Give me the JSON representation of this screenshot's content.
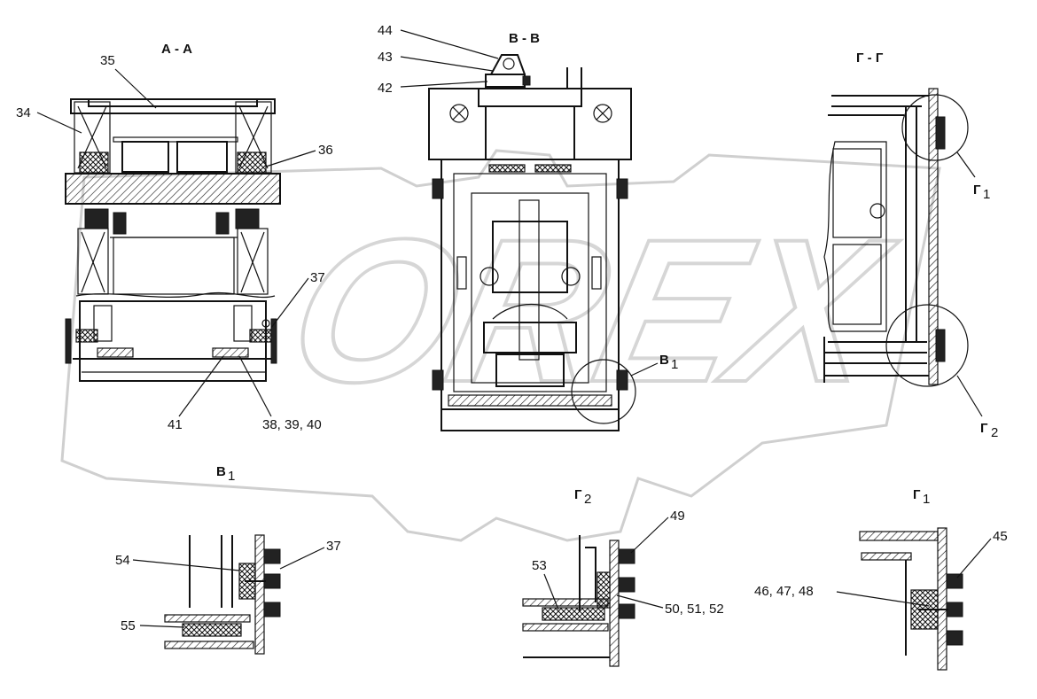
{
  "views": {
    "aa": "А - А",
    "bb": "В - В",
    "gg": "Г - Г",
    "b1": "В",
    "b1_sub": "1",
    "g2": "Г",
    "g2_sub": "2",
    "g1": "Г",
    "g1_sub": "1"
  },
  "callouts": {
    "b1_mark": "В",
    "b1_mark_sub": "1",
    "g1_mark": "Г",
    "g1_mark_sub": "1",
    "g2_mark": "Г",
    "g2_mark_sub": "2"
  },
  "labels": {
    "p34": "34",
    "p35": "35",
    "p36": "36",
    "p37": "37",
    "p41": "41",
    "p38_39_40": "38, 39, 40",
    "p42": "42",
    "p43": "43",
    "p44": "44",
    "p37b": "37",
    "p54": "54",
    "p55": "55",
    "p49": "49",
    "p53": "53",
    "p50_51_52": "50, 51, 52",
    "p45": "45",
    "p46_47_48": "46, 47, 48"
  },
  "watermark": "OREX"
}
